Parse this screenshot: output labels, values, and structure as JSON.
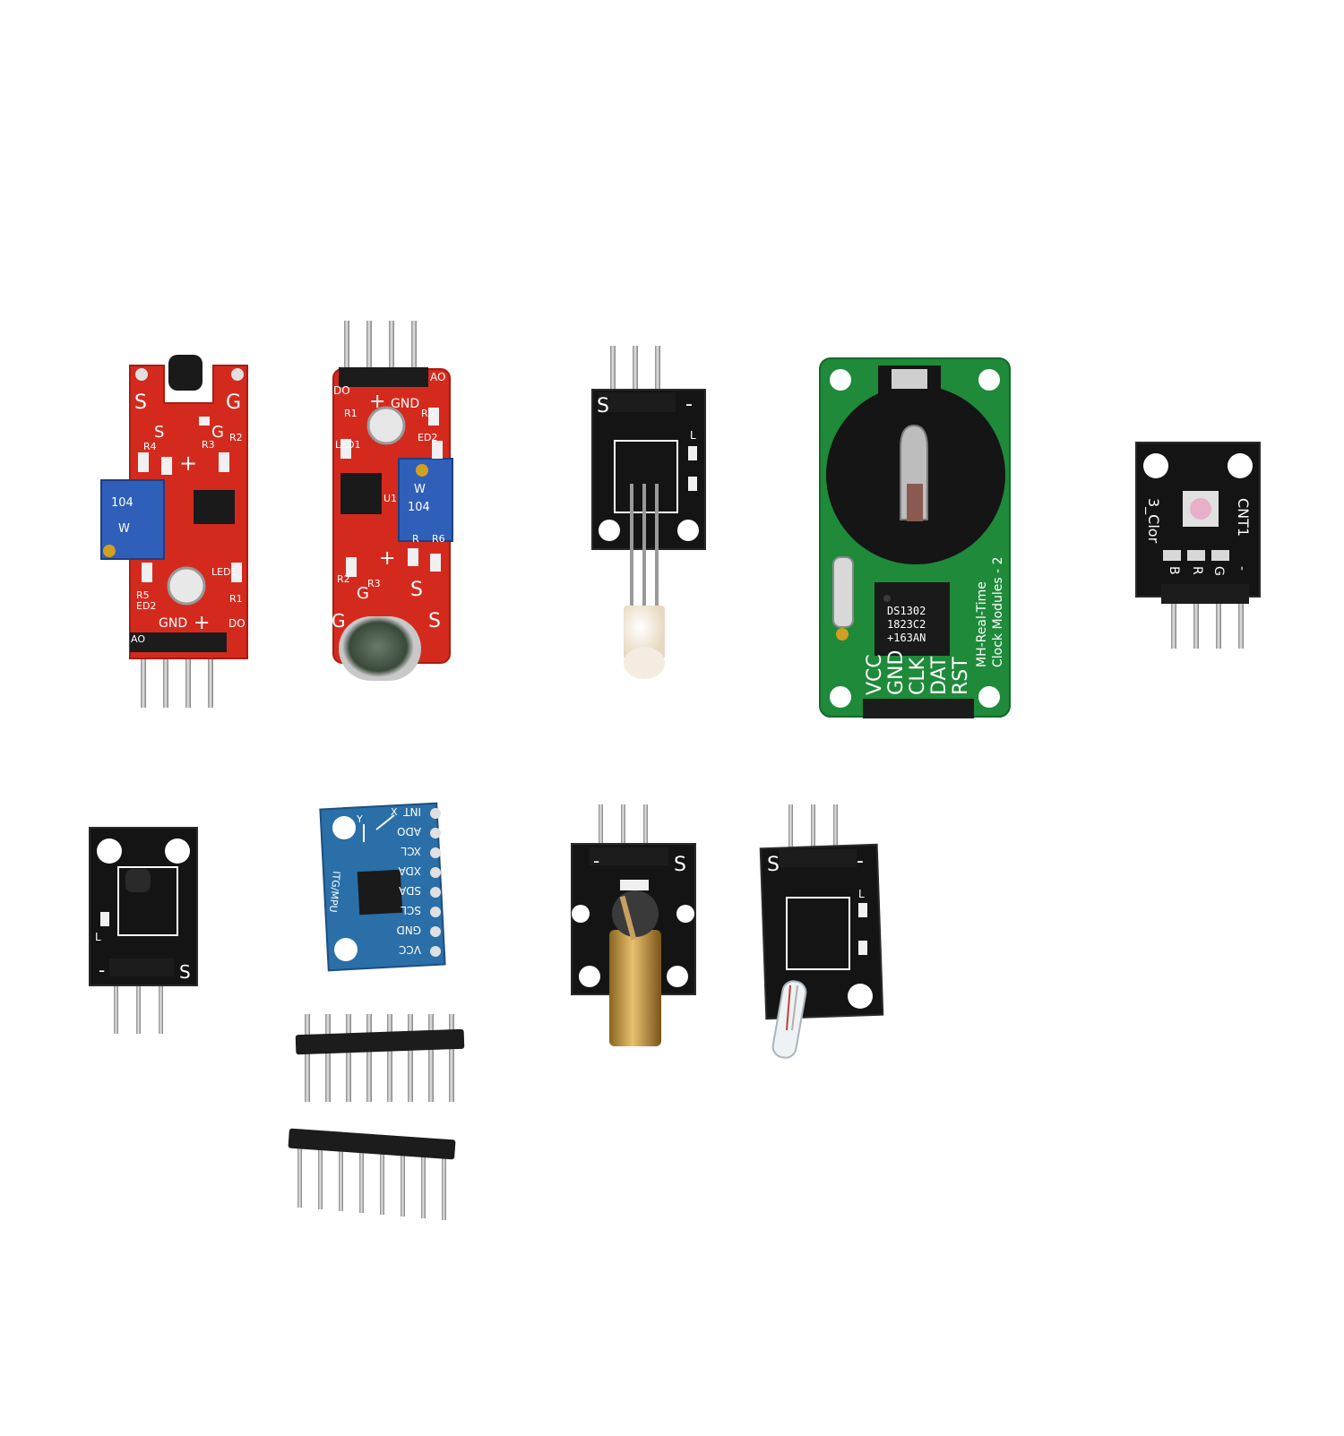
{
  "colors": {
    "background": "#ffffff",
    "pcb_red": "#d42a1e",
    "pcb_black": "#141414",
    "pcb_green": "#1e8a3a",
    "pcb_blue": "#2a6fa8",
    "pin_metal": "#b8b8b8",
    "header_plastic": "#1c1c1c",
    "trimmer_blue": "#2f5fb8"
  },
  "modules": {
    "touch_sensor": {
      "labels": [
        "S",
        "G",
        "S",
        "G",
        "+",
        "R3",
        "R2",
        "R4",
        "ED2",
        "R5",
        "LED1",
        "R1",
        "GND",
        "+",
        "AO",
        "DO",
        "W",
        "104"
      ]
    },
    "sound_sensor": {
      "labels": [
        "AO",
        "GND",
        "+",
        "DO",
        "R1",
        "R5",
        "ED2",
        "LED1",
        "U1",
        "W",
        "104",
        "R",
        "R6",
        "R2",
        "R3",
        "G",
        "S",
        "+",
        "G",
        "S"
      ]
    },
    "two_color_led": {
      "labels": [
        "S",
        "-",
        "L"
      ]
    },
    "rtc_module": {
      "pin_labels": [
        "VCC",
        "GND",
        "CLK",
        "DAT",
        "RST"
      ],
      "chip_lines": [
        "DS1302",
        "1823C2",
        "+163AN"
      ],
      "title_lines": [
        "MH-Real-Time",
        "Clock Modules - 2"
      ]
    },
    "rgb_led": {
      "labels": [
        "3_Clor",
        "CNT1",
        "B",
        "R",
        "G",
        "-"
      ]
    },
    "small_module_a": {
      "labels": [
        "L",
        "-",
        "S"
      ]
    },
    "gyro_module": {
      "side_label": "ITG/MPU",
      "axis_labels": [
        "X",
        "Y"
      ],
      "pin_labels": [
        "INT",
        "ADO",
        "XCL",
        "XDA",
        "SDA",
        "SCL",
        "GND",
        "VCC"
      ]
    },
    "laser_module": {
      "labels": [
        "-",
        "S"
      ]
    },
    "tilt_switch": {
      "labels": [
        "S",
        "-",
        "L"
      ]
    }
  },
  "icons": [
    "trimmer-potentiometer-icon",
    "electret-microphone-icon",
    "led-icon",
    "coin-cell-holder-icon",
    "laser-diode-icon",
    "glass-tilt-switch-icon"
  ]
}
